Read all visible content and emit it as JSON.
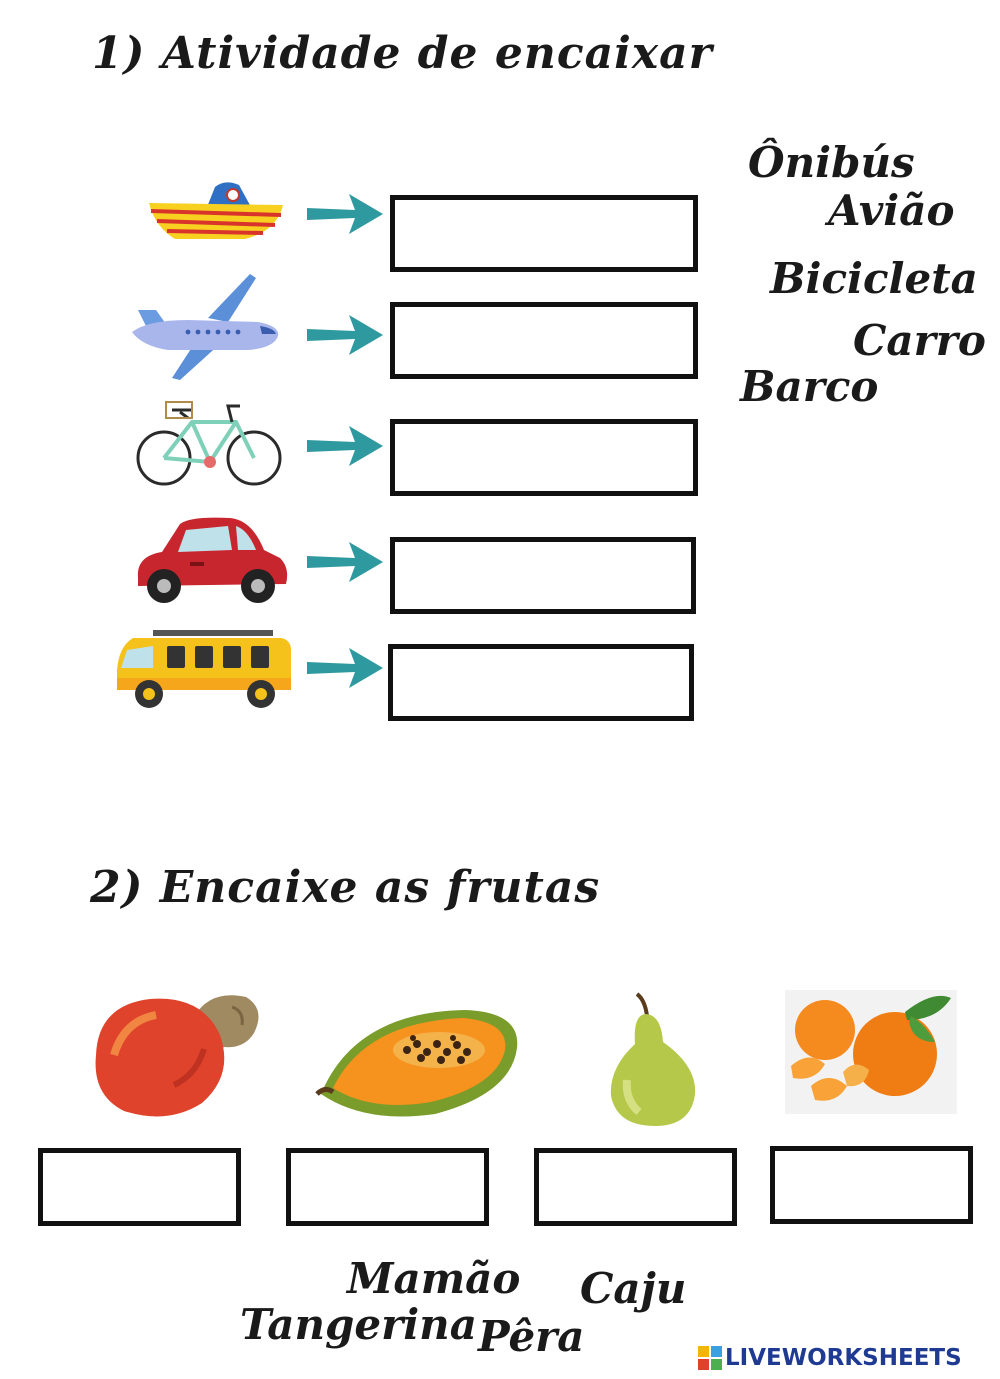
{
  "section1": {
    "title": "1) Atividade de encaixar",
    "icons": [
      "boat-icon",
      "airplane-icon",
      "bicycle-icon",
      "car-icon",
      "bus-icon"
    ],
    "words": [
      "Ônibús",
      "Avião",
      "Bicicleta",
      "Carro",
      "Barco"
    ]
  },
  "section2": {
    "title": "2) Encaixe as frutas",
    "icons": [
      "cashew-icon",
      "papaya-icon",
      "pear-icon",
      "tangerine-icon"
    ],
    "words": [
      "Mamão",
      "Caju",
      "Tangerina",
      "Pêra"
    ]
  },
  "colors": {
    "arrow": "#2e9aa0",
    "box_border": "#111111",
    "brand": "#1f3a93"
  },
  "brand": {
    "text": "LIVEWORKSHEETS"
  }
}
